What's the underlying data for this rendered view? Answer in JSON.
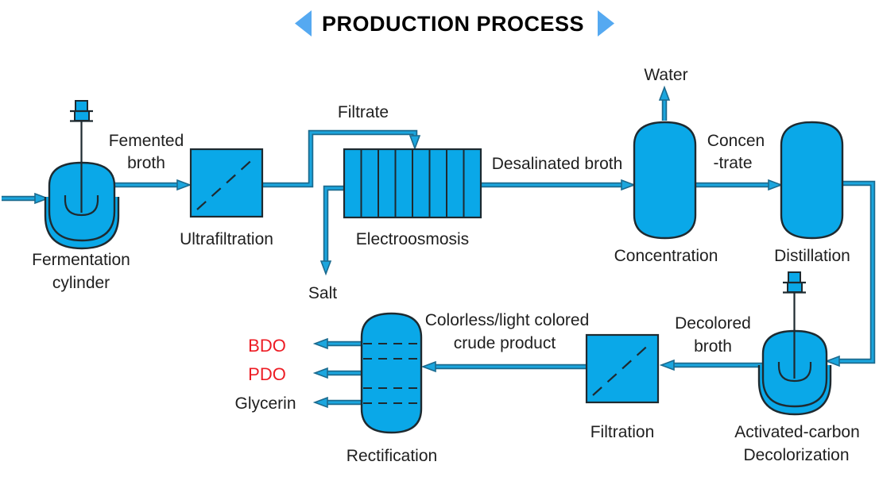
{
  "title": {
    "text": "PRODUCTION PROCESS"
  },
  "colors": {
    "shape_fill": "#0aa8e8",
    "outline": "#1e2a30",
    "pipe_fill": "#1ba6de",
    "pipe_outline": "#1c6a8e",
    "accent_triangle": "#55a9f1",
    "text": "#1f1f1f",
    "red_product": "#ed1c24"
  },
  "units": {
    "fermentation": {
      "label_line1": "Fermentation",
      "label_line2": "cylinder"
    },
    "ultrafiltration": {
      "label": "Ultrafiltration"
    },
    "electroosmosis": {
      "label": "Electroosmosis"
    },
    "concentration": {
      "label": "Concentration"
    },
    "distillation": {
      "label": "Distillation"
    },
    "activated_carbon": {
      "label_line1": "Activated-carbon",
      "label_line2": "Decolorization"
    },
    "filtration": {
      "label": "Filtration"
    },
    "rectification": {
      "label": "Rectification"
    }
  },
  "streams": {
    "fermented_broth": {
      "line1": "Femented",
      "line2": "broth"
    },
    "filtrate": "Filtrate",
    "salt": "Salt",
    "desalinated_broth": "Desalinated broth",
    "water": "Water",
    "concentrate": {
      "line1": "Concen",
      "line2": "-trate"
    },
    "decolored_broth": {
      "line1": "Decolored",
      "line2": "broth"
    },
    "crude_product": {
      "line1": "Colorless/light colored",
      "line2": "crude product"
    },
    "bdo": "BDO",
    "pdo": "PDO",
    "glycerin": "Glycerin"
  }
}
